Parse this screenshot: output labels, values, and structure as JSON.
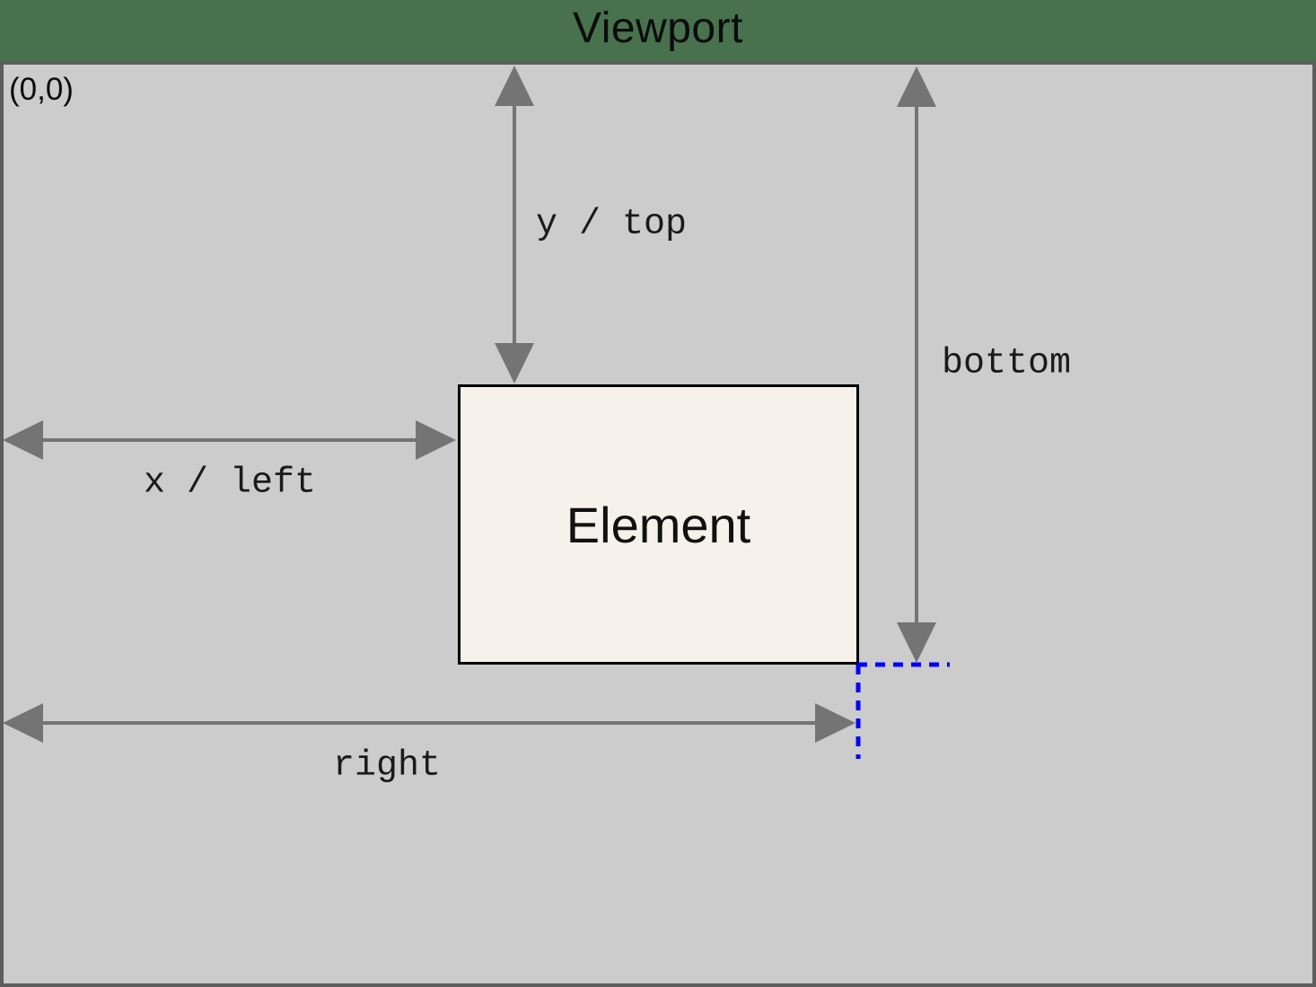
{
  "title": "Viewport",
  "origin_label": "(0,0)",
  "element": {
    "label": "Element"
  },
  "annotations": {
    "y_top": "y / top",
    "x_left": "x / left",
    "bottom": "bottom",
    "right": "right"
  },
  "colors": {
    "header_green": "#48714e",
    "viewport_gray": "#cccccc",
    "frame_dark_gray": "#5e5e5e",
    "arrow_gray": "#747474",
    "element_fill": "#f6f2eb",
    "element_border": "#000000",
    "guide_blue": "#0000ff",
    "text_black": "#0c0c0c"
  }
}
